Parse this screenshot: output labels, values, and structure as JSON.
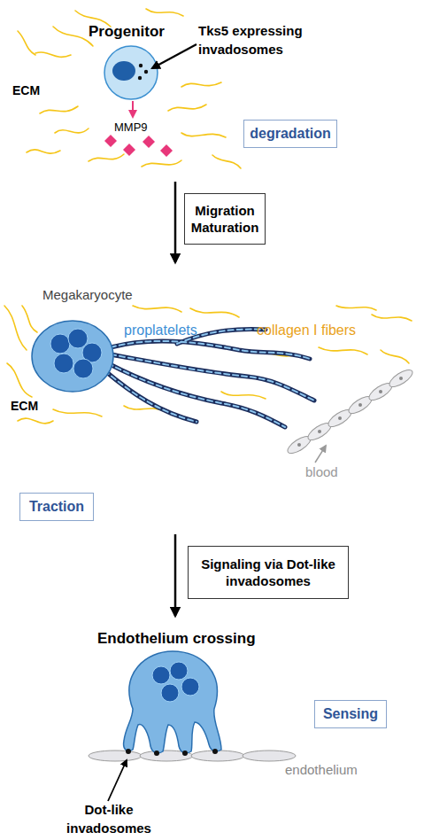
{
  "diagram": {
    "nodes": [
      {
        "text": [
          "degradation"
        ]
      },
      {
        "text": [
          "Migration Maturation"
        ]
      },
      {
        "text": [
          "Traction"
        ]
      },
      {
        "text": [
          "Signaling via Dot-like invadosomes"
        ]
      },
      {
        "text": [
          "Sensing"
        ]
      }
    ],
    "labels": [
      "Progenitor",
      "Tks5 expressing invadosomes",
      "ECM",
      "MMP9",
      "Megakaryocyte",
      "proplatelets",
      "collagen I fibers",
      "ECM",
      "blood",
      "Endothelium crossing",
      "endothelium",
      "Dot-like invadosomes"
    ]
  }
}
